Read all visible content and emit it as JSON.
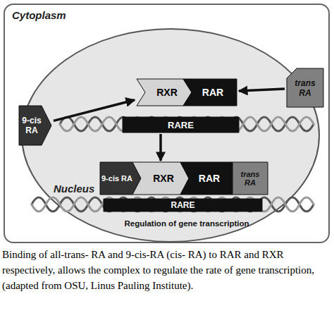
{
  "diagram": {
    "caption": "Binding of all-trans- RA and 9-cis-RA (cis- RA) to RAR and RXR respectively, allows the complex to regulate the rate of gene transcription, (adapted from OSU, Linus Pauling Institute).",
    "nodes": [
      {
        "text": [
          "Cytoplasm"
        ]
      },
      {
        "text": [
          "Nucleus"
        ],
        "in": 0
      },
      {
        "text": [
          "9-cis RA"
        ],
        "in": 0
      },
      {
        "text": [
          "trans RA"
        ],
        "in": 0
      },
      {
        "text": [
          "RXR"
        ],
        "in": 1
      },
      {
        "text": [
          "RAR"
        ],
        "in": 1
      },
      {
        "text": [
          "RARE"
        ],
        "in": 1
      },
      {
        "text": [
          "9-cis RA"
        ],
        "in": 1
      },
      {
        "text": [
          "RXR"
        ],
        "in": 1
      },
      {
        "text": [
          "RAR"
        ],
        "in": 1
      },
      {
        "text": [
          "trans RA"
        ],
        "in": 1
      },
      {
        "text": [
          "RARE"
        ],
        "in": 1
      }
    ],
    "edges": [
      {
        "from": 2,
        "to": 4,
        "arrow": "to"
      },
      {
        "from": 3,
        "to": 5,
        "arrow": "to"
      },
      {
        "from": 6,
        "to": 8,
        "arrow": "to"
      }
    ],
    "labels": [
      "Regulation of gene transcription"
    ]
  }
}
